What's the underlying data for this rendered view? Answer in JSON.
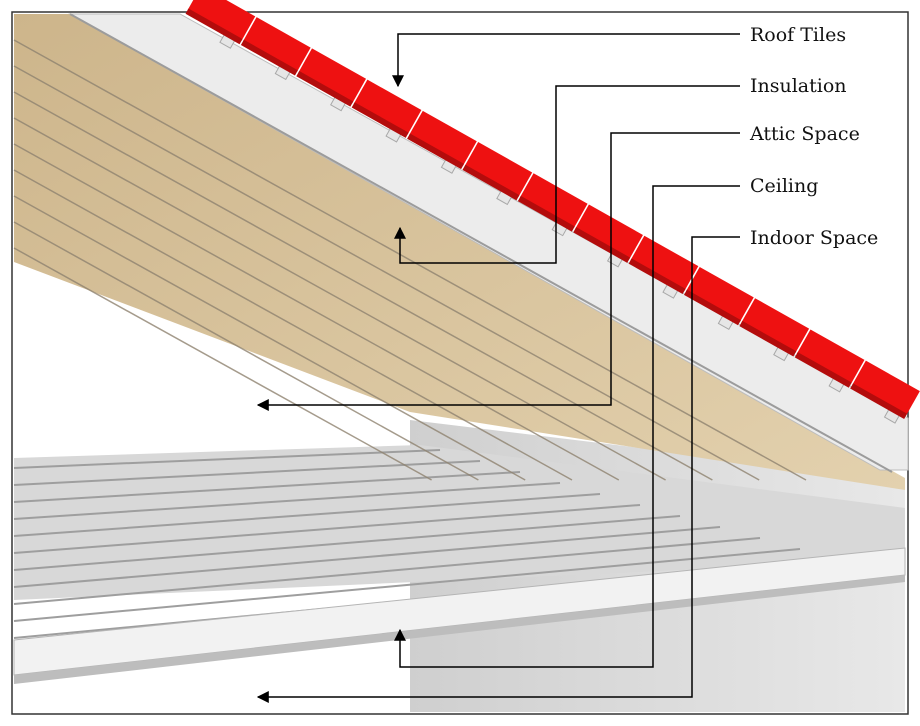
{
  "labels": {
    "roof_tiles": "Roof Tiles",
    "insulation": "Insulation",
    "attic_space": "Attic Space",
    "ceiling": "Ceiling",
    "indoor_space": "Indoor Space"
  },
  "colors": {
    "tile_red": "#ee1111",
    "tile_dark": "#b30c0c",
    "insulation_tan": "#d8c29a",
    "insulation_line": "#9a8e78",
    "board_white": "#ececec",
    "ceiling_grey": "#d2d2d2",
    "wall_grey": "#dcdcdc",
    "leader_line": "#000000"
  }
}
